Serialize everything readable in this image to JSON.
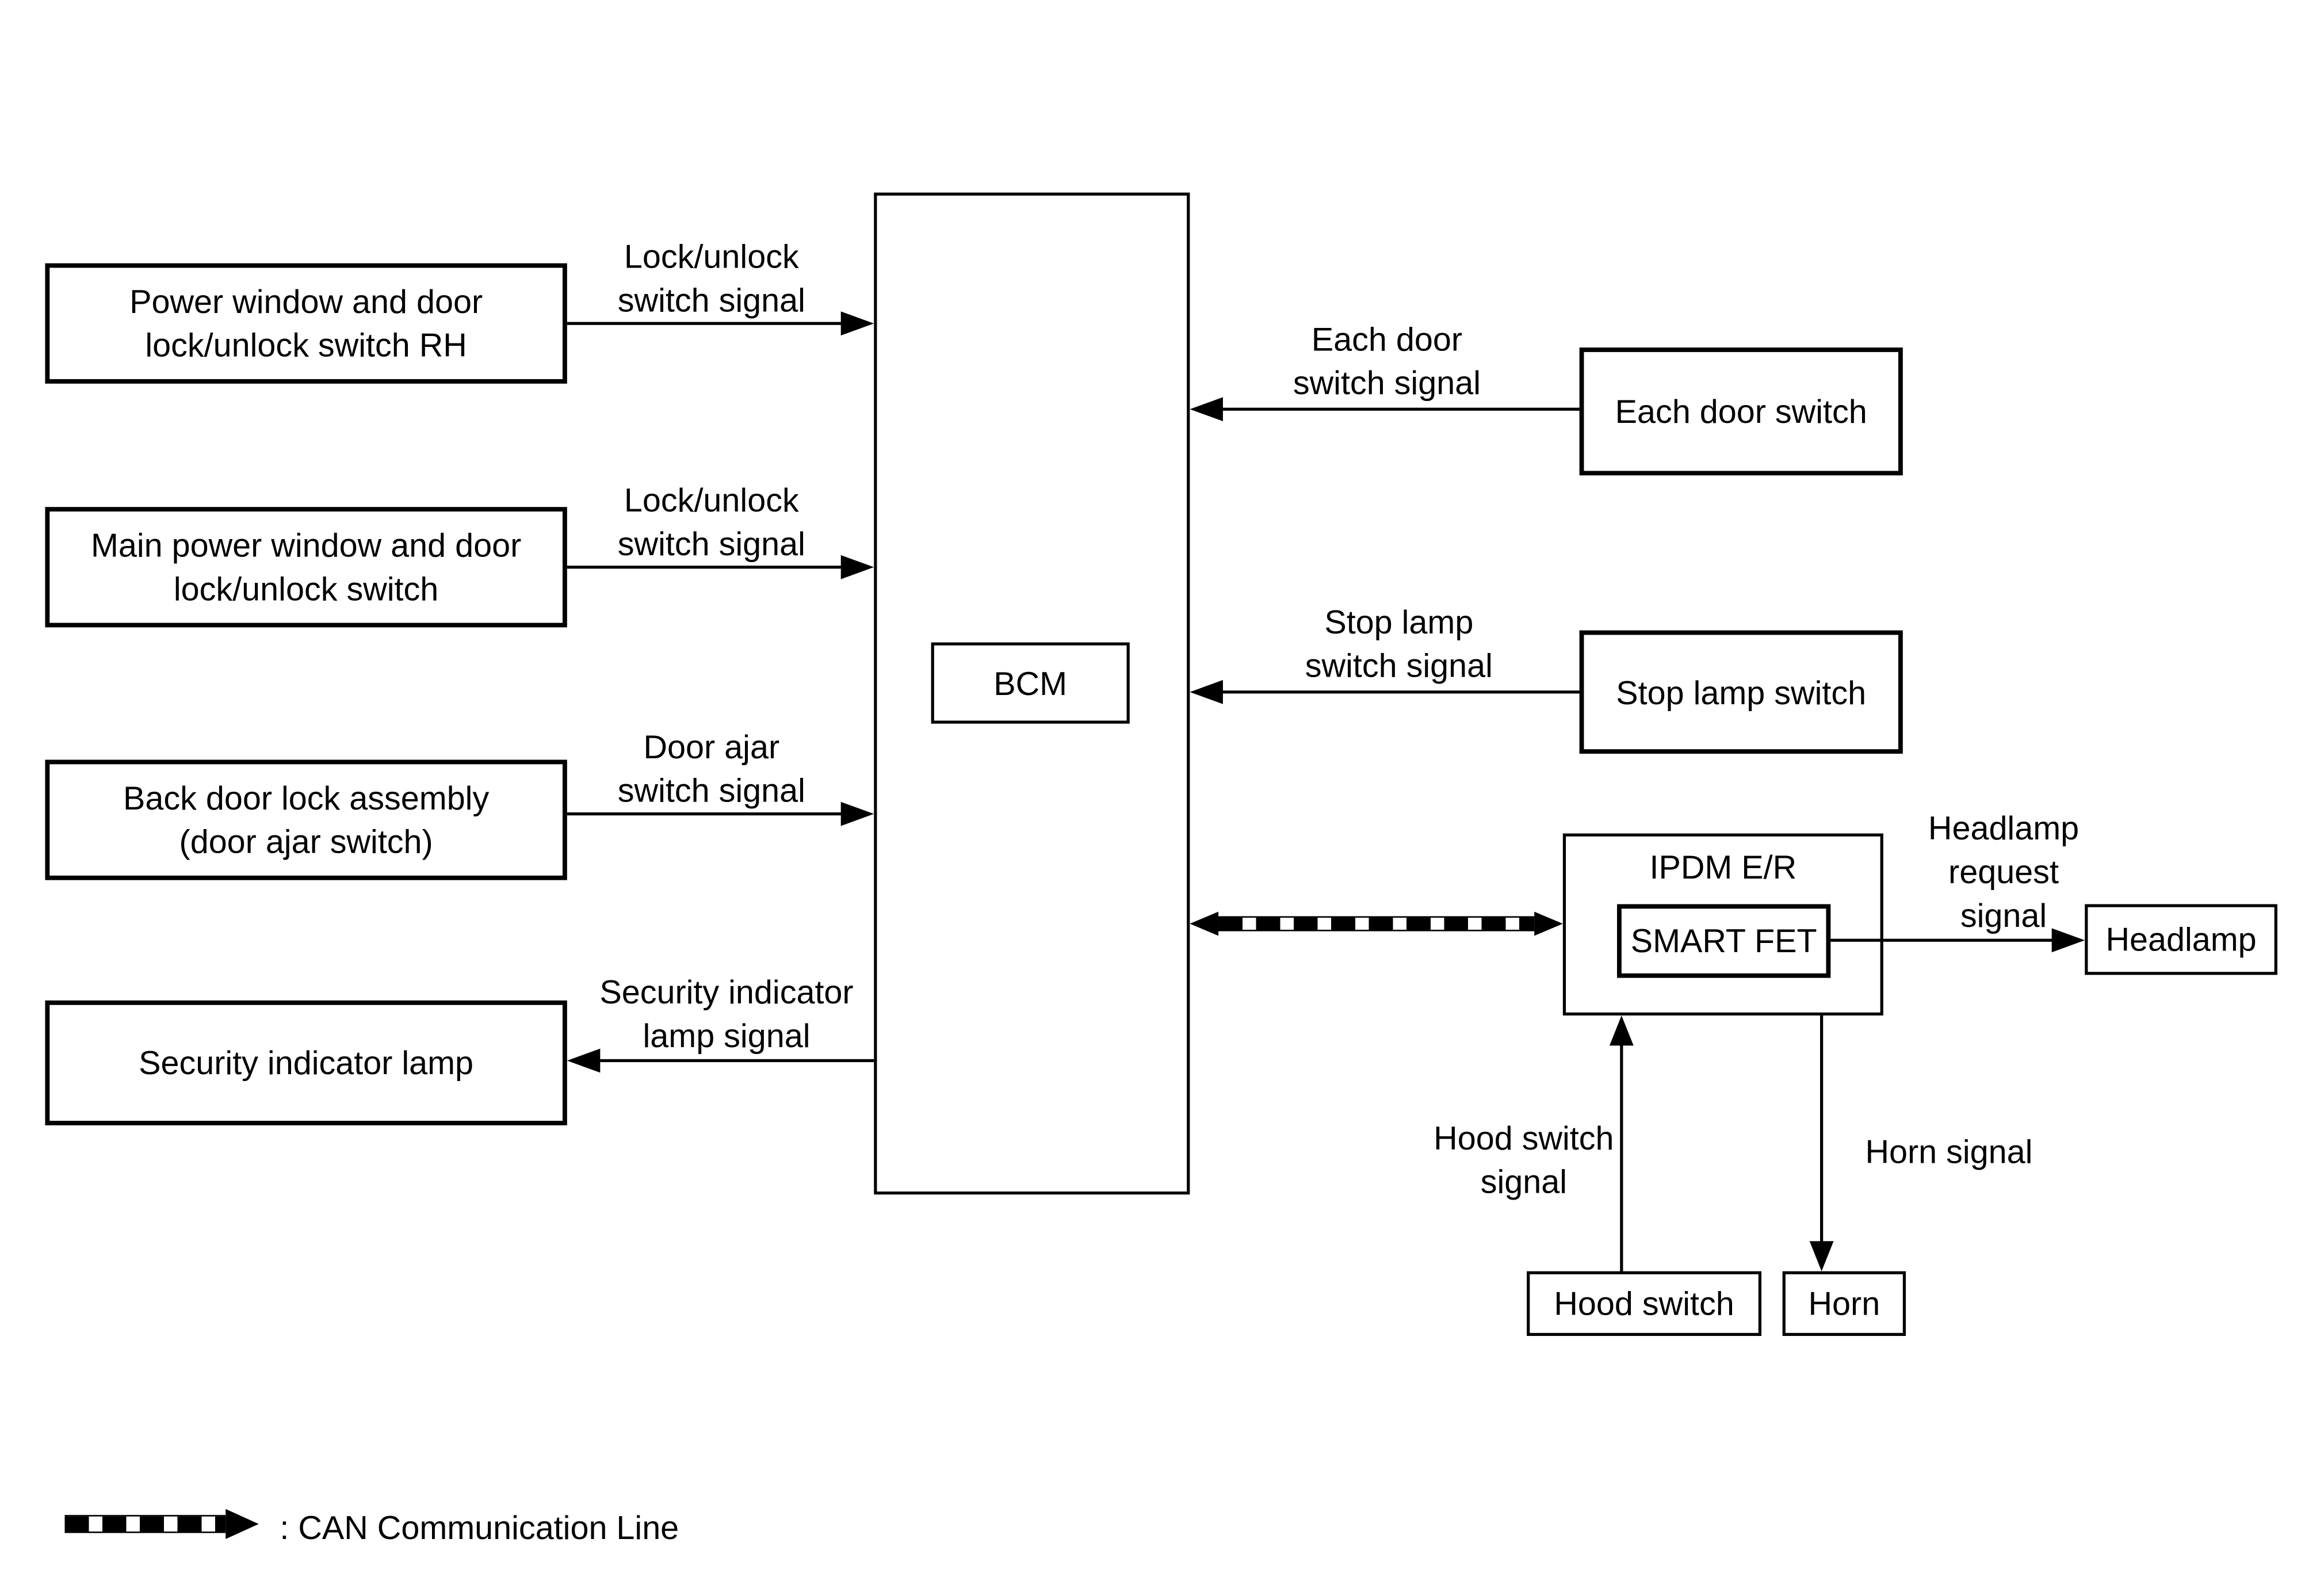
{
  "diagram": {
    "colors": {
      "ink": "#000000",
      "background": "#ffffff"
    },
    "nodes": {
      "power_window_rh": {
        "line1": "Power window and door",
        "line2": "lock/unlock switch RH"
      },
      "main_power_window": {
        "line1": "Main power window and door",
        "line2": "lock/unlock switch"
      },
      "back_door_lock": {
        "line1": "Back door lock assembly",
        "line2": "(door ajar switch)"
      },
      "security_lamp": {
        "label": "Security indicator lamp"
      },
      "bcm": {
        "label": "BCM"
      },
      "each_door_switch": {
        "label": "Each door switch"
      },
      "stop_lamp_switch": {
        "label": "Stop lamp switch"
      },
      "ipdm": {
        "label": "IPDM E/R"
      },
      "smart_fet": {
        "label": "SMART FET"
      },
      "headlamp": {
        "label": "Headlamp"
      },
      "hood_switch": {
        "label": "Hood switch"
      },
      "horn": {
        "label": "Horn"
      }
    },
    "signals": {
      "lock_unlock_1": {
        "line1": "Lock/unlock",
        "line2": "switch signal"
      },
      "lock_unlock_2": {
        "line1": "Lock/unlock",
        "line2": "switch signal"
      },
      "door_ajar": {
        "line1": "Door ajar",
        "line2": "switch signal"
      },
      "security_lamp": {
        "line1": "Security indicator",
        "line2": "lamp signal"
      },
      "each_door": {
        "line1": "Each door",
        "line2": "switch signal"
      },
      "stop_lamp": {
        "line1": "Stop lamp",
        "line2": "switch signal"
      },
      "headlamp_request": {
        "line1": "Headlamp",
        "line2": "request",
        "line3": "signal"
      },
      "hood_switch": {
        "line1": "Hood switch",
        "line2": "signal"
      },
      "horn": {
        "label": "Horn signal"
      }
    },
    "legend": {
      "label": ": CAN Communication Line"
    }
  }
}
